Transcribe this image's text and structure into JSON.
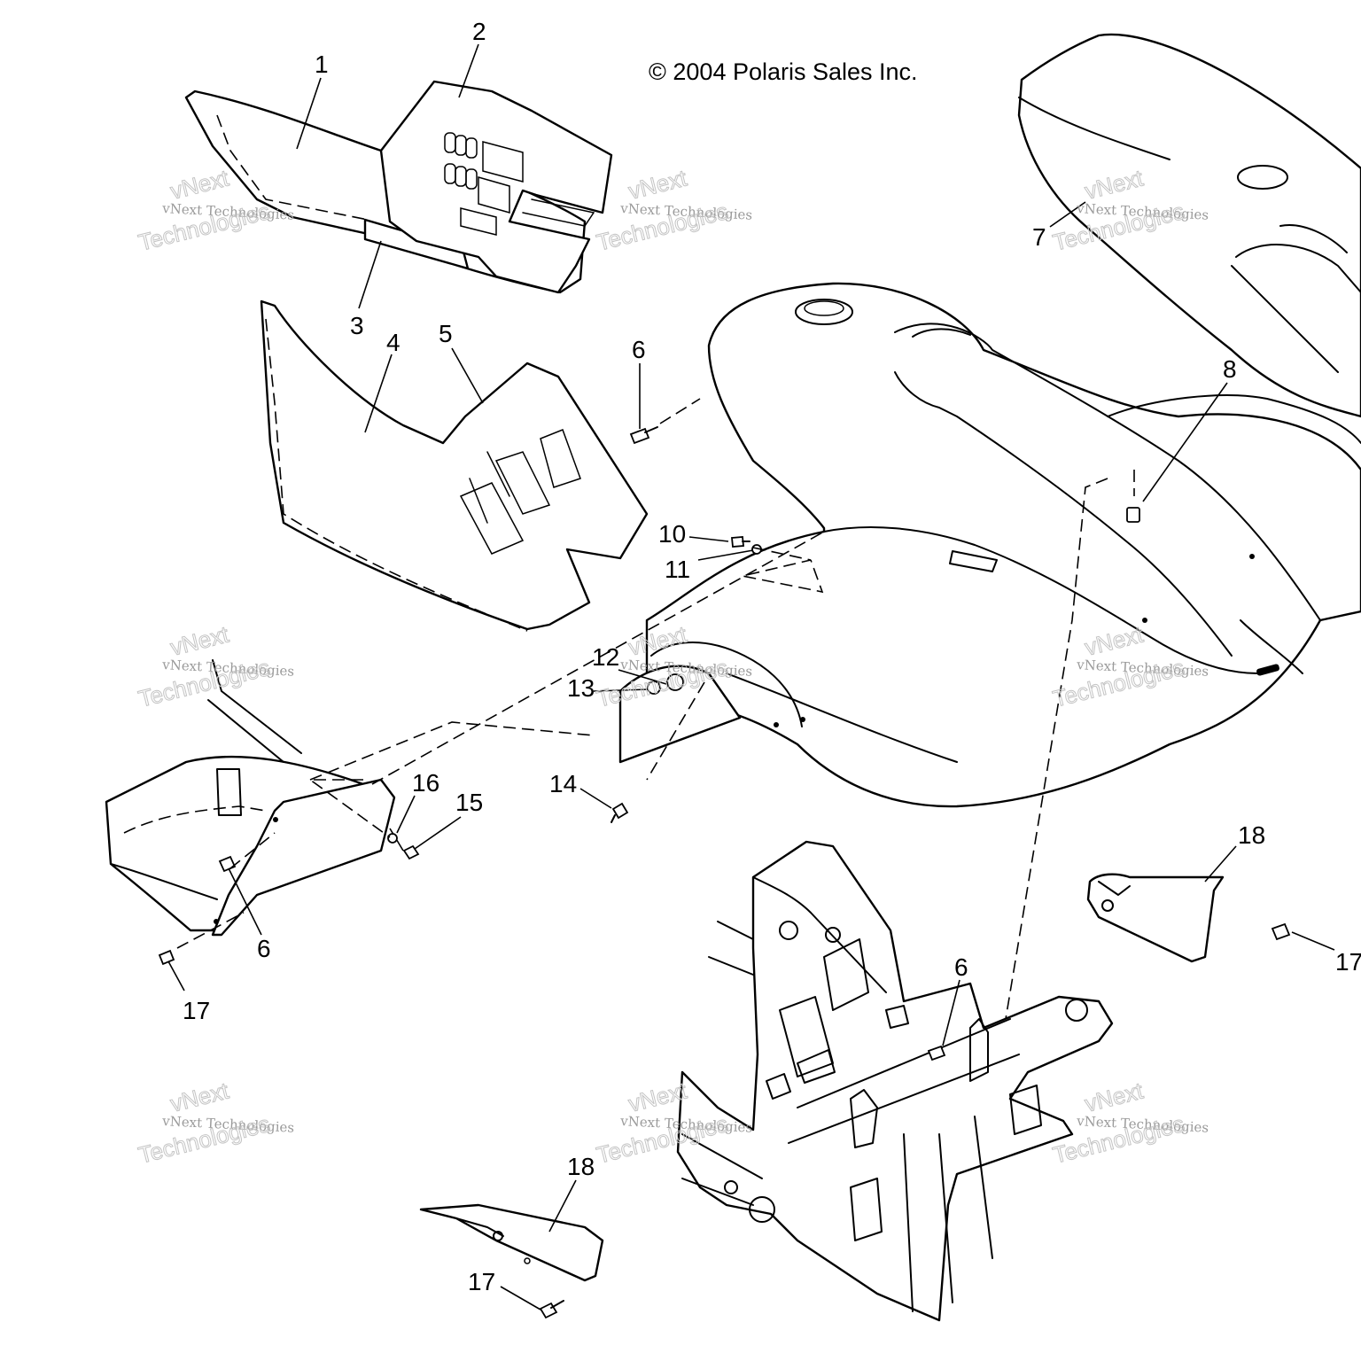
{
  "copyright": "© 2004 Polaris Sales Inc.",
  "watermark": {
    "line1": "vNext",
    "line2": "vNext Technologies",
    "line3": "Technologies"
  },
  "callouts": {
    "c1": "1",
    "c2": "2",
    "c3": "3",
    "c4": "4",
    "c5": "5",
    "c6a": "6",
    "c6b": "6",
    "c6c": "6",
    "c7": "7",
    "c8": "8",
    "c10": "10",
    "c11": "11",
    "c12": "12",
    "c13": "13",
    "c14": "14",
    "c15": "15",
    "c16": "16",
    "c17a": "17",
    "c17b": "17",
    "c17c": "17",
    "c18a": "18",
    "c18b": "18"
  },
  "colors": {
    "ink": "#000000",
    "paper": "#ffffff",
    "watermark": "#9a9a9a"
  }
}
